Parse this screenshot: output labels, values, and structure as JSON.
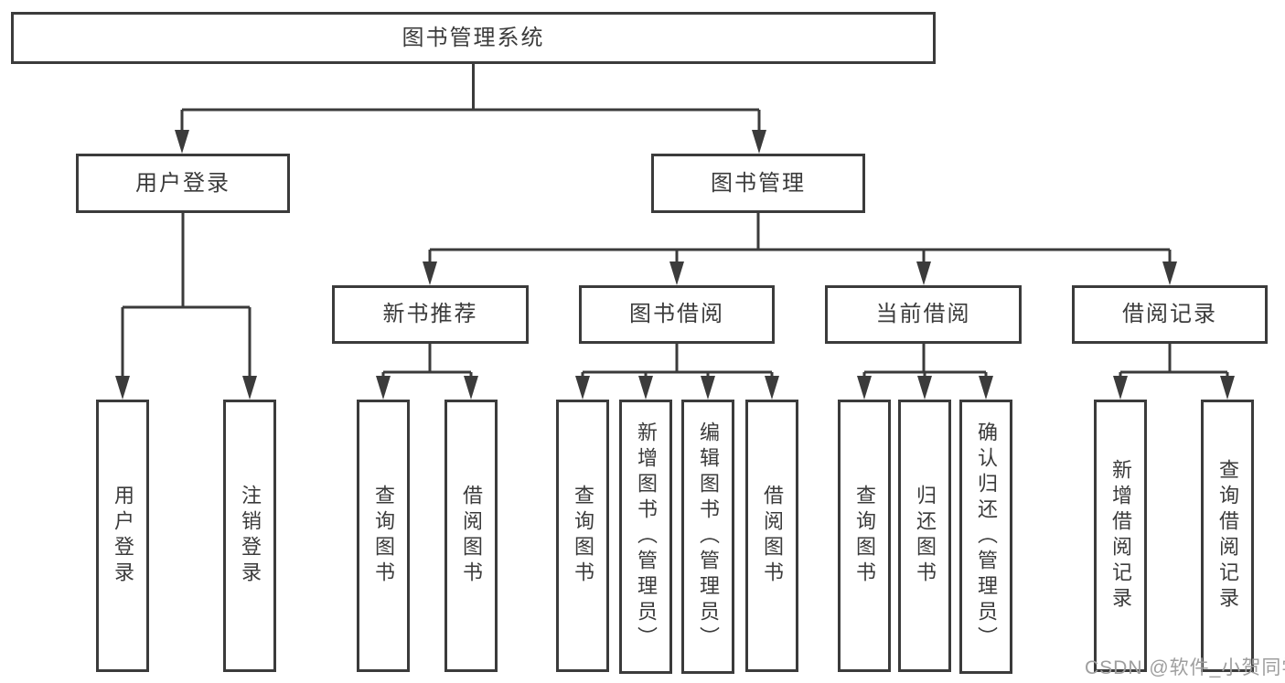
{
  "tree": {
    "label": "图书管理系统",
    "children": [
      {
        "label": "用户登录",
        "children": [
          {
            "label": "用户登录"
          },
          {
            "label": "注销登录"
          }
        ]
      },
      {
        "label": "图书管理",
        "children": [
          {
            "label": "新书推荐",
            "children": [
              {
                "label": "查询图书"
              },
              {
                "label": "借阅图书"
              }
            ]
          },
          {
            "label": "图书借阅",
            "children": [
              {
                "label": "查询图书"
              },
              {
                "label": "新增图书（管理员）"
              },
              {
                "label": "编辑图书（管理员）"
              },
              {
                "label": "借阅图书"
              }
            ]
          },
          {
            "label": "当前借阅",
            "children": [
              {
                "label": "查询图书"
              },
              {
                "label": "归还图书"
              },
              {
                "label": "确认归还（管理员）"
              }
            ]
          },
          {
            "label": "借阅记录",
            "children": [
              {
                "label": "新增借阅记录"
              },
              {
                "label": "查询借阅记录"
              }
            ]
          }
        ]
      }
    ]
  },
  "watermark": {
    "text": "CSDN @软件_小贺同学",
    "color": "#9e9e9e"
  },
  "colors": {
    "line": "#3b3b3b",
    "text": "#3b3b3b",
    "background": "#ffffff"
  }
}
